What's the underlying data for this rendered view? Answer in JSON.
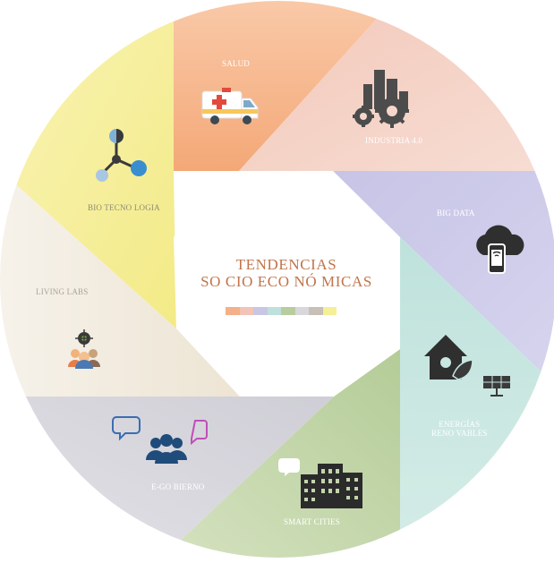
{
  "center": {
    "title_line1": "TENDENCIAS",
    "title_line2": "SO CIO ECO NÓ MICAS",
    "palette": [
      "#f4b089",
      "#f3c4b6",
      "#c9c6e4",
      "#bfe0dc",
      "#b9cc9d",
      "#d9d7dc",
      "#c6c0b7",
      "#f5ef96"
    ]
  },
  "segments": [
    {
      "id": "salud",
      "label": "SALUD",
      "color": "#f6b287",
      "icon": "ambulance-icon"
    },
    {
      "id": "industria",
      "label": "INDUSTRIA 4.0",
      "color": "#f4cfc2",
      "icon": "factory-gears-icon"
    },
    {
      "id": "bigdata",
      "label": "BIG DATA",
      "color": "#cbc9e8",
      "icon": "cloud-phone-icon"
    },
    {
      "id": "energias",
      "label_line1": "ENERGÍAS",
      "label_line2": "RENO VABLES",
      "color": "#c7e6e0",
      "icon": "eco-house-solar-icon"
    },
    {
      "id": "smartcities",
      "label": "SMART CITIES",
      "color": "#c3d5ab",
      "icon": "city-buildings-icon"
    },
    {
      "id": "egobierno",
      "label": "E-GO BIERNO",
      "color": "#d8d7dd",
      "icon": "people-chat-icon"
    },
    {
      "id": "livinglabs",
      "label": "LIVING LABS",
      "color": "#f1ebe0",
      "icon": "target-people-icon"
    },
    {
      "id": "biotecnologia",
      "label": "BIO TECNO LOGIA",
      "color": "#f6ef9e",
      "icon": "molecule-icon"
    }
  ]
}
